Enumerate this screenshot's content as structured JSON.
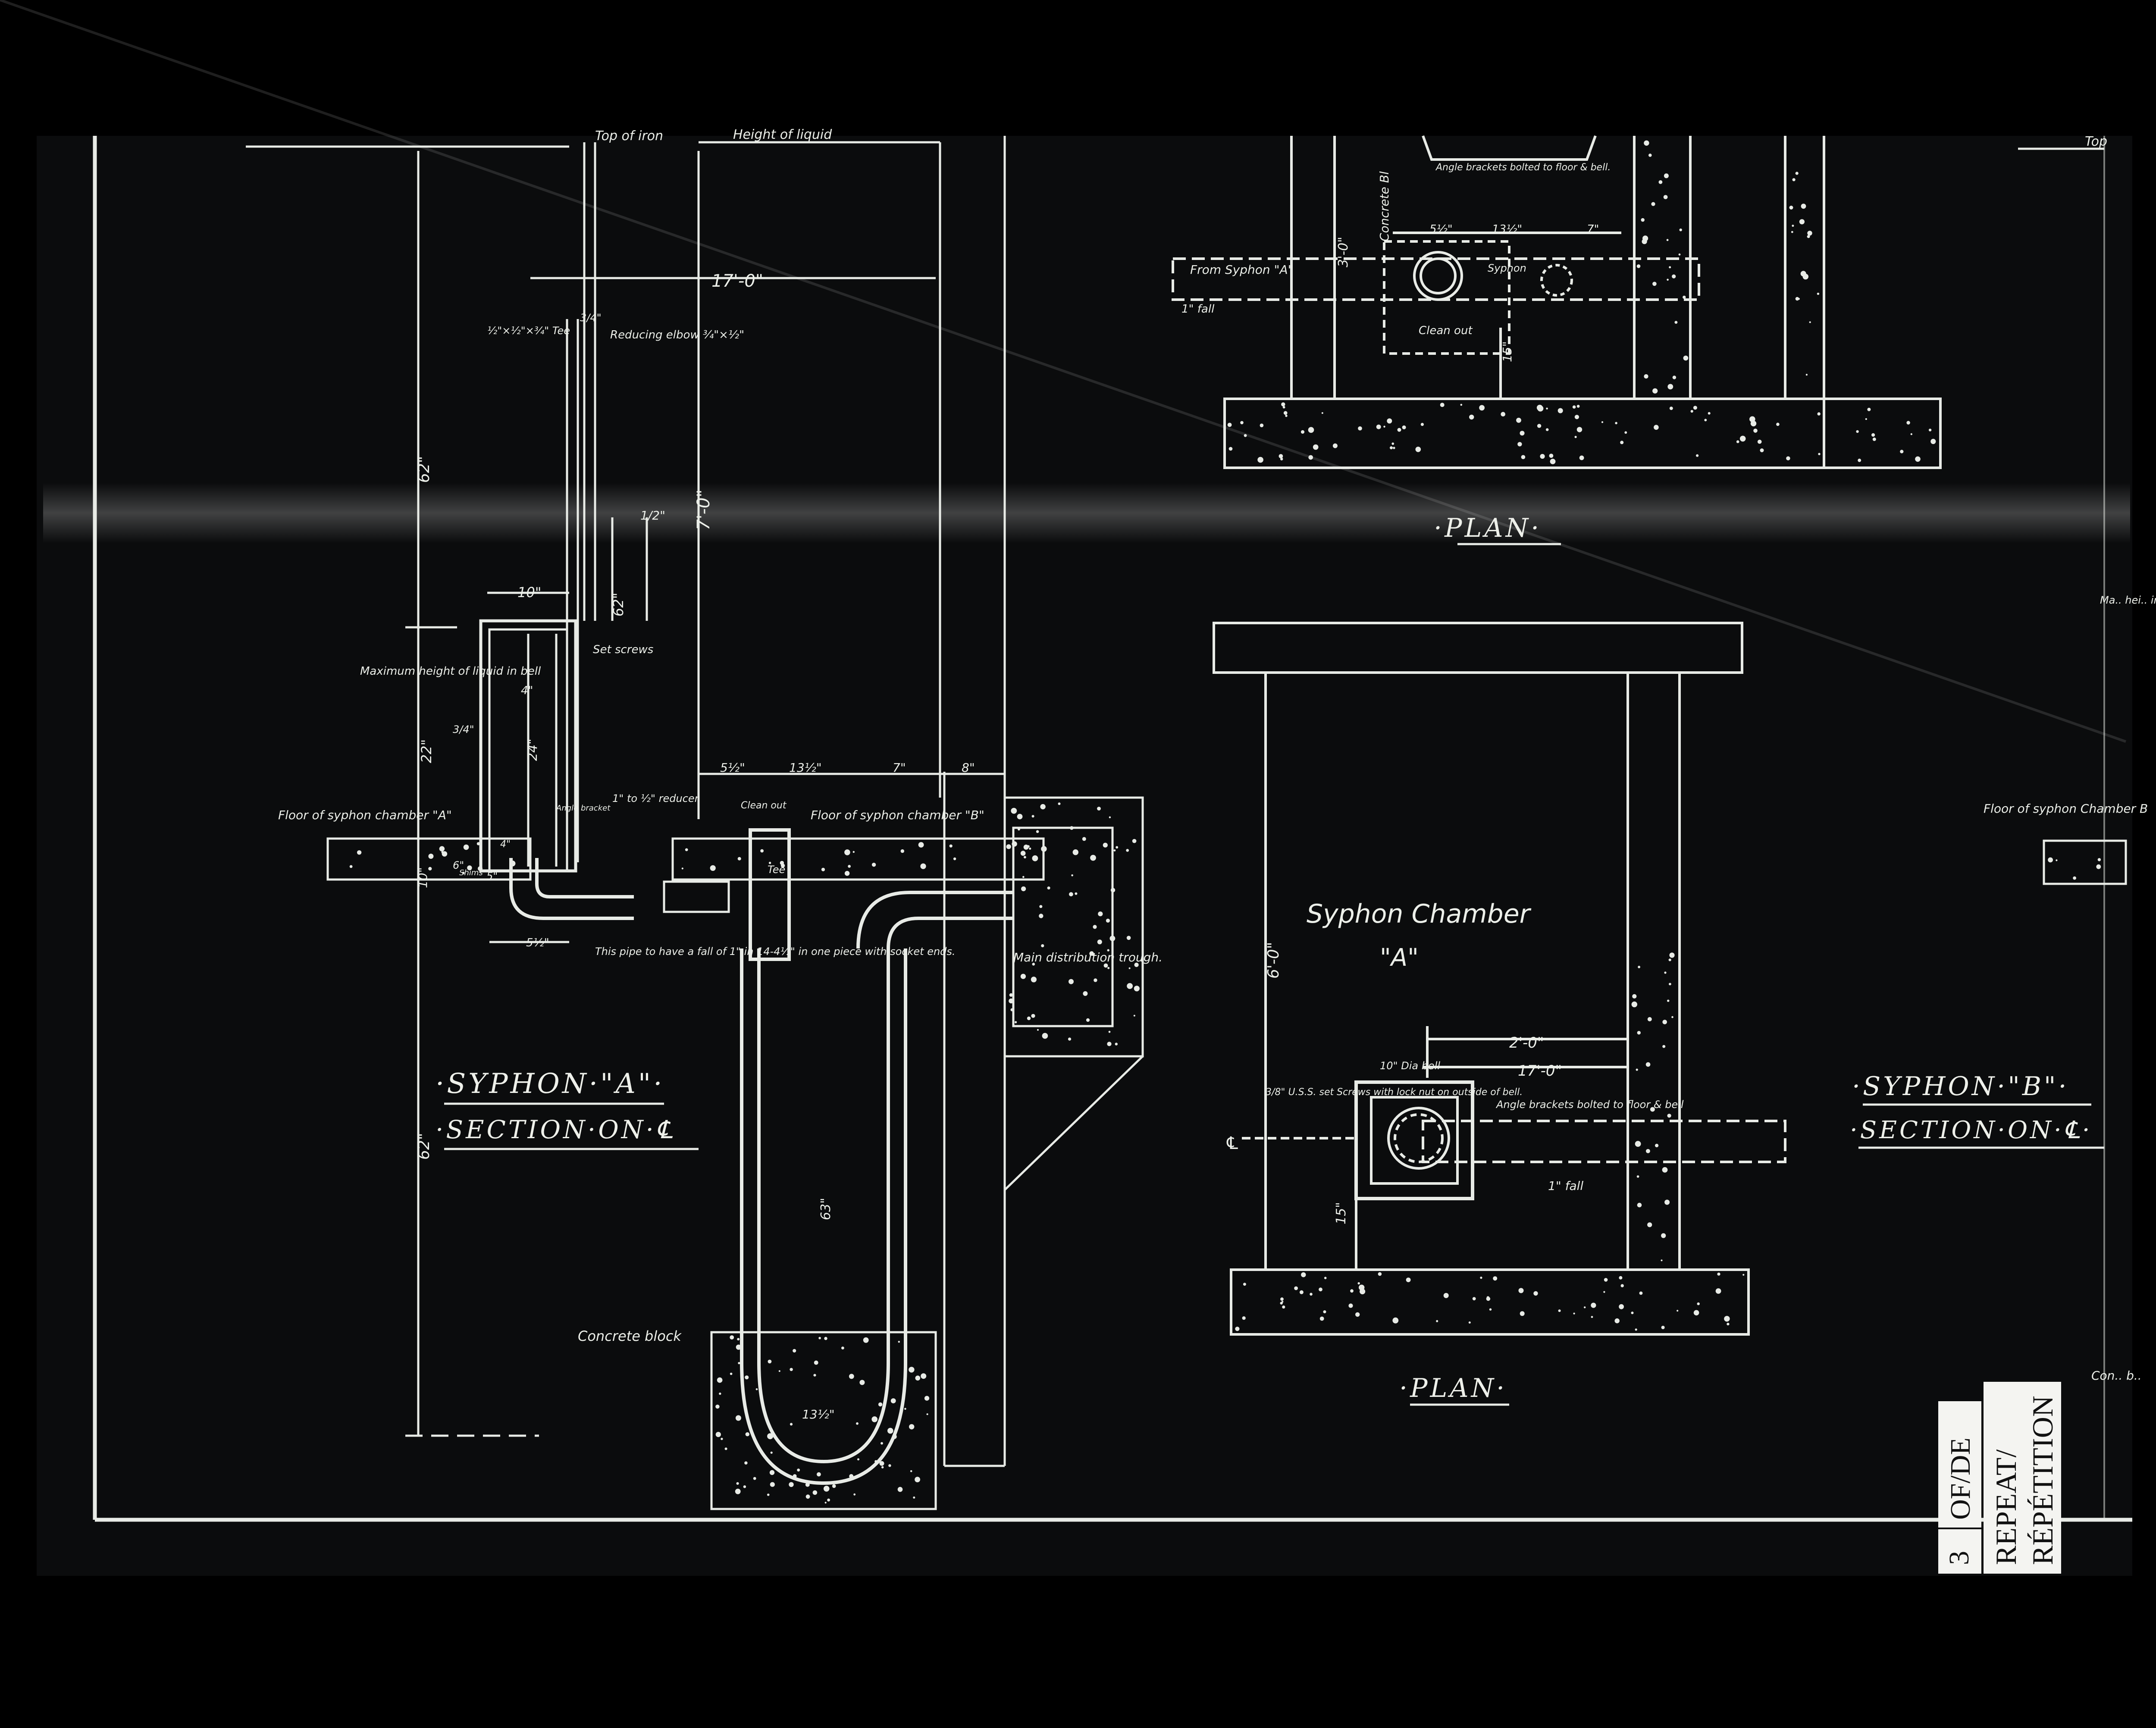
{
  "colors": {
    "background": "#000000",
    "sheet": "#0b0c0d",
    "line": "#e8ebe6",
    "stamp_bg": "#f4f4f1",
    "stamp_text": "#111111"
  },
  "top_fragments": {
    "left": "Top of iron",
    "middle": "Height of liquid",
    "right": "Top"
  },
  "syphon_a": {
    "title": "·SYPHON·\"A\"·",
    "subtitle": "·SECTION·ON·℄",
    "dims": {
      "overall_width": "17'-0\"",
      "height_upper": "62\"",
      "height_main": "7'-0\"",
      "height_lower": "62\"",
      "bell_width": "10\"",
      "bell_height": "62\"",
      "riser_offset": "1/2\"",
      "bell_22": "22\"",
      "bell_24": "24\"",
      "dim_4": "4\"",
      "dim_34": "3/4\"",
      "dim_10": "10\"",
      "dim_6": "6\"",
      "dim_5": "5\"",
      "dim_4b": "4\"",
      "dim_512": "5½\"",
      "dim_512b": "5½\"",
      "dim_1312": "13½\"",
      "dim_7": "7\"",
      "dim_8": "8\"",
      "dim_63": "63\"",
      "dim_1312b": "13½\""
    },
    "labels": {
      "tee_small": "½\"×½\"×¾\" Tee",
      "tee_top": "3/4\"",
      "reducing_elbow": "Reducing elbow ¾\"×½\"",
      "set_screws": "Set screws",
      "maximum_height": "Maximum height of liquid in bell",
      "floor_a": "Floor of syphon chamber \"A\"",
      "floor_b": "Floor of syphon chamber \"B\"",
      "reducer": "1\" to ½\" reducer",
      "angle_bracket": "Angle bracket",
      "shims": "Shims",
      "clean_out": "Clean out",
      "tee": "Tee",
      "pipe_note": "This pipe to have a fall of 1\" in 14-4½\" in one piece with socket ends.",
      "main_trough": "Main distribution trough.",
      "concrete_block": "Concrete block"
    }
  },
  "plan_top": {
    "title": "·PLAN·",
    "labels": {
      "from_syphon": "From Syphon \"A\"",
      "fall": "1\" fall",
      "concrete": "Concrete Bl",
      "syphon": "Syphon",
      "clean_out": "Clean out",
      "angle_brackets": "Angle brackets bolted to floor & bell.",
      "dim_512": "5½\"",
      "dim_1312": "13½\"",
      "dim_7": "7\"",
      "dim_30": "3'-0\"",
      "dim_15": "15\""
    }
  },
  "plan_bottom": {
    "chamber_title": "Syphon Chamber",
    "chamber_letter": "\"A\"",
    "title": "·PLAN·",
    "labels": {
      "dia_bell": "10\" Dia bell",
      "screws": "3/8\" U.S.S. set Screws with lock nut on outside of bell.",
      "angle_brackets": "Angle brackets bolted to floor & bell",
      "fall": "1\" fall",
      "cl": "℄",
      "dim_20": "2'-0\"",
      "dim_170": "17'-0\"",
      "dim_60": "6'-0\"",
      "dim_15": "15\""
    }
  },
  "syphon_b": {
    "title": "·SYPHON·\"B\"·",
    "subtitle": "·SECTION·ON·℄·",
    "labels": {
      "floor_b": "Floor of syphon Chamber B",
      "maximum": "Ma.. hei.. in..",
      "concrete": "Con.. b.."
    }
  },
  "stamp": {
    "number": "3",
    "of_de": "OF/DE",
    "repeat": "REPEAT/",
    "repetition": "RÉPÉTITION"
  }
}
